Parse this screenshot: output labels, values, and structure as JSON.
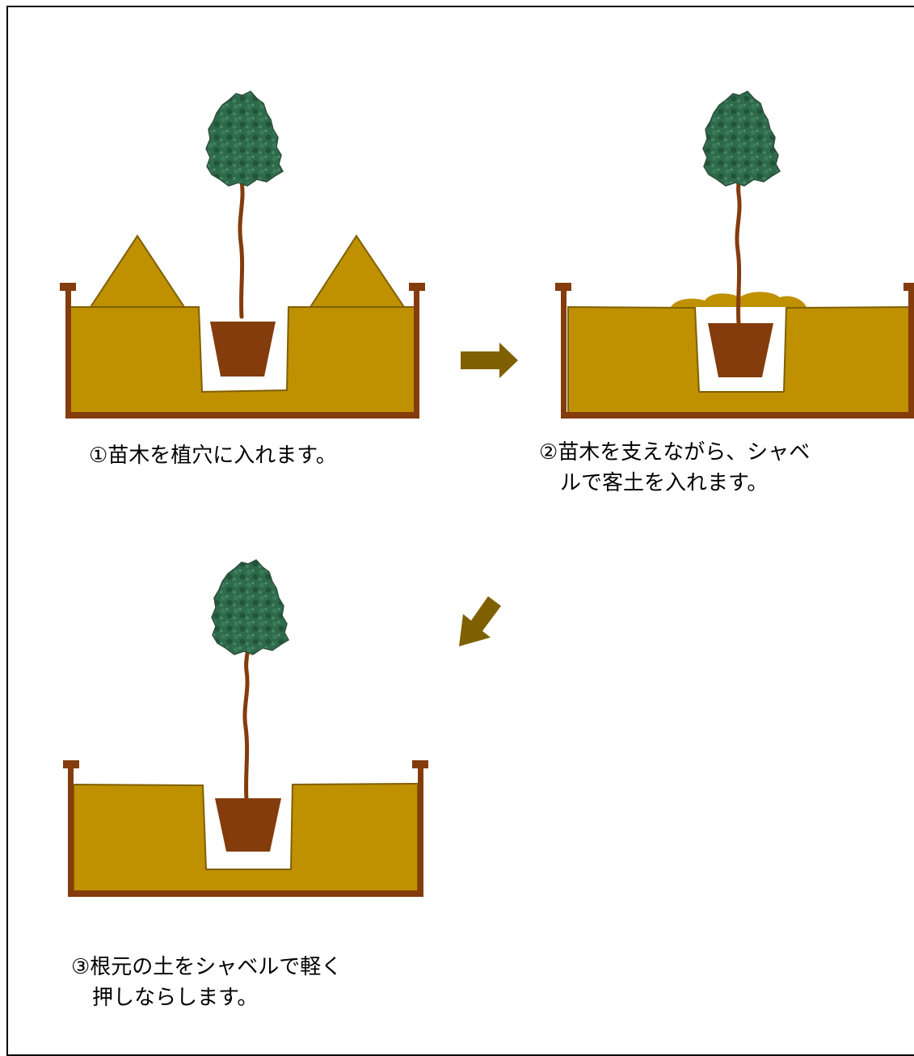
{
  "colors": {
    "soil": "#BF9000",
    "soil_outline": "#7F6000",
    "frame": "#843C0C",
    "pot": "#843C0C",
    "trunk": "#843C0C",
    "foliage": "#2E6B4A",
    "foliage_dark": "#1D4A33",
    "arrow": "#7F6000"
  },
  "steps": [
    {
      "label": "①苗木を植穴に入れます。",
      "lines": [
        "①苗木を植穴に入れます。"
      ]
    },
    {
      "label": "②苗木を支えながら、シャベルで客土を入れます。",
      "lines": [
        "②苗木を支えながら、シャベ",
        "　ルで客土を入れます。"
      ]
    },
    {
      "label": "③根元の土をシャベルで軽く押しならします。",
      "lines": [
        "③根元の土をシャベルで軽く",
        "　押しならします。"
      ]
    }
  ],
  "arrows": [
    {
      "direction": "right"
    },
    {
      "direction": "down-left"
    }
  ]
}
